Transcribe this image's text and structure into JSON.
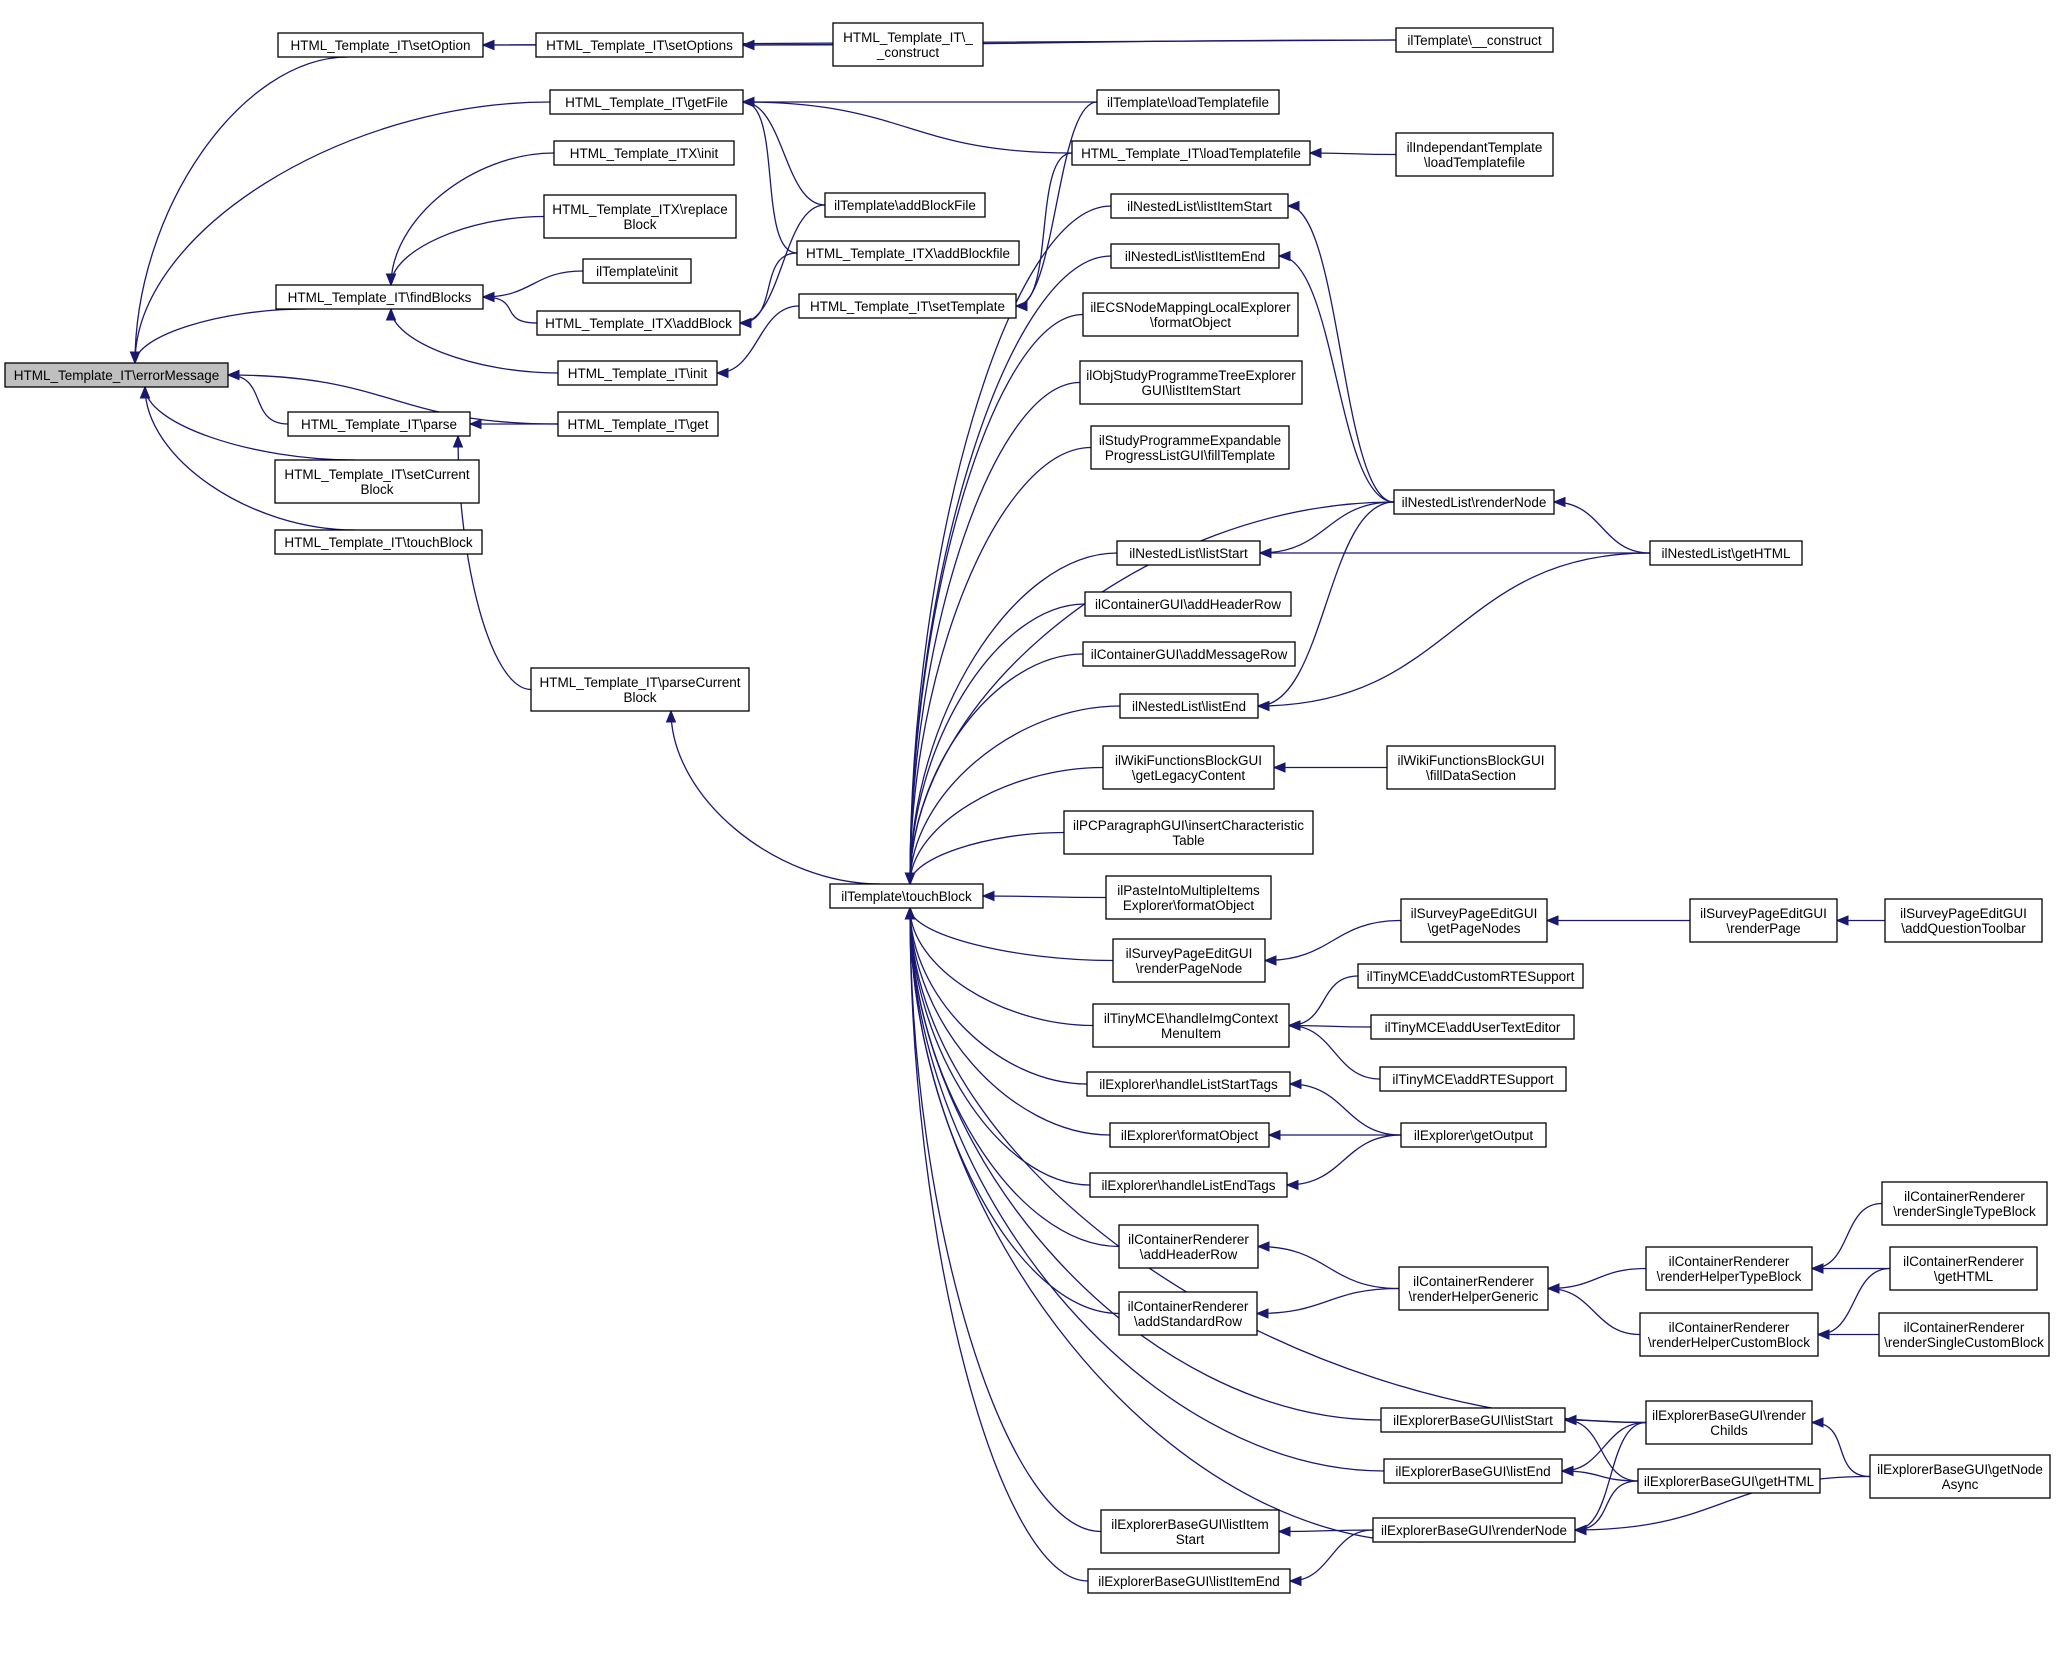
{
  "diagram": {
    "type": "call-graph",
    "colors": {
      "edge": "#191970",
      "node_border": "#000000",
      "node_fill": "#ffffff",
      "focus_fill": "#bfbfbf"
    },
    "nodes": [
      {
        "id": "errorMessage",
        "lines": [
          "HTML_Template_IT\\errorMessage"
        ],
        "focus": true
      },
      {
        "id": "setOption",
        "lines": [
          "HTML_Template_IT\\setOption"
        ]
      },
      {
        "id": "setOptions",
        "lines": [
          "HTML_Template_IT\\setOptions"
        ]
      },
      {
        "id": "construct_it",
        "lines": [
          "HTML_Template_IT\\_",
          "_construct"
        ]
      },
      {
        "id": "iltemplate_construct",
        "lines": [
          "ilTemplate\\__construct"
        ]
      },
      {
        "id": "getFile",
        "lines": [
          "HTML_Template_IT\\getFile"
        ]
      },
      {
        "id": "iltemplate_loadTemplatefile",
        "lines": [
          "ilTemplate\\loadTemplatefile"
        ]
      },
      {
        "id": "itx_init",
        "lines": [
          "HTML_Template_ITX\\init"
        ]
      },
      {
        "id": "it_loadTemplatefile",
        "lines": [
          "HTML_Template_IT\\loadTemplatefile"
        ]
      },
      {
        "id": "ilindependant_loadTemplatefile",
        "lines": [
          "ilIndependantTemplate",
          "\\loadTemplatefile"
        ]
      },
      {
        "id": "itx_replaceBlock",
        "lines": [
          "HTML_Template_ITX\\replace",
          "Block"
        ]
      },
      {
        "id": "iltemplate_addBlockFile",
        "lines": [
          "ilTemplate\\addBlockFile"
        ]
      },
      {
        "id": "itx_addBlockfile",
        "lines": [
          "HTML_Template_ITX\\addBlockfile"
        ]
      },
      {
        "id": "iltemplate_init",
        "lines": [
          "ilTemplate\\init"
        ]
      },
      {
        "id": "findBlocks",
        "lines": [
          "HTML_Template_IT\\findBlocks"
        ]
      },
      {
        "id": "itx_addBlock",
        "lines": [
          "HTML_Template_ITX\\addBlock"
        ]
      },
      {
        "id": "it_setTemplate",
        "lines": [
          "HTML_Template_IT\\setTemplate"
        ]
      },
      {
        "id": "it_init",
        "lines": [
          "HTML_Template_IT\\init"
        ]
      },
      {
        "id": "it_parse",
        "lines": [
          "HTML_Template_IT\\parse"
        ]
      },
      {
        "id": "it_get",
        "lines": [
          "HTML_Template_IT\\get"
        ]
      },
      {
        "id": "it_setCurrentBlock",
        "lines": [
          "HTML_Template_IT\\setCurrent",
          "Block"
        ]
      },
      {
        "id": "it_touchBlock",
        "lines": [
          "HTML_Template_IT\\touchBlock"
        ]
      },
      {
        "id": "it_parseCurrentBlock",
        "lines": [
          "HTML_Template_IT\\parseCurrent",
          "Block"
        ]
      },
      {
        "id": "iltemplate_touchBlock",
        "lines": [
          "ilTemplate\\touchBlock"
        ]
      },
      {
        "id": "nested_listItemStart",
        "lines": [
          "ilNestedList\\listItemStart"
        ]
      },
      {
        "id": "nested_listItemEnd",
        "lines": [
          "ilNestedList\\listItemEnd"
        ]
      },
      {
        "id": "ecs_formatObject",
        "lines": [
          "ilECSNodeMappingLocalExplorer",
          "\\formatObject"
        ]
      },
      {
        "id": "objstudy_listItemStart",
        "lines": [
          "ilObjStudyProgrammeTreeExplorer",
          "GUI\\listItemStart"
        ]
      },
      {
        "id": "studyprog_fillTemplate",
        "lines": [
          "ilStudyProgrammeExpandable",
          "ProgressListGUI\\fillTemplate"
        ]
      },
      {
        "id": "nested_renderNode",
        "lines": [
          "ilNestedList\\renderNode"
        ]
      },
      {
        "id": "nested_listStart",
        "lines": [
          "ilNestedList\\listStart"
        ]
      },
      {
        "id": "nested_getHTML",
        "lines": [
          "ilNestedList\\getHTML"
        ]
      },
      {
        "id": "container_addHeaderRow",
        "lines": [
          "ilContainerGUI\\addHeaderRow"
        ]
      },
      {
        "id": "container_addMessageRow",
        "lines": [
          "ilContainerGUI\\addMessageRow"
        ]
      },
      {
        "id": "nested_listEnd",
        "lines": [
          "ilNestedList\\listEnd"
        ]
      },
      {
        "id": "wiki_getLegacyContent",
        "lines": [
          "ilWikiFunctionsBlockGUI",
          "\\getLegacyContent"
        ]
      },
      {
        "id": "wiki_fillDataSection",
        "lines": [
          "ilWikiFunctionsBlockGUI",
          "\\fillDataSection"
        ]
      },
      {
        "id": "pcpar_insertTable",
        "lines": [
          "ilPCParagraphGUI\\insertCharacteristic",
          "Table"
        ]
      },
      {
        "id": "paste_formatObject",
        "lines": [
          "ilPasteIntoMultipleItems",
          "Explorer\\formatObject"
        ]
      },
      {
        "id": "survey_getPageNodes",
        "lines": [
          "ilSurveyPageEditGUI",
          "\\getPageNodes"
        ]
      },
      {
        "id": "survey_renderPage",
        "lines": [
          "ilSurveyPageEditGUI",
          "\\renderPage"
        ]
      },
      {
        "id": "survey_addQuestionToolbar",
        "lines": [
          "ilSurveyPageEditGUI",
          "\\addQuestionToolbar"
        ]
      },
      {
        "id": "survey_renderPageNode",
        "lines": [
          "ilSurveyPageEditGUI",
          "\\renderPageNode"
        ]
      },
      {
        "id": "tiny_addCustomRTESupport",
        "lines": [
          "ilTinyMCE\\addCustomRTESupport"
        ]
      },
      {
        "id": "tiny_handleImgContext",
        "lines": [
          "ilTinyMCE\\handleImgContext",
          "MenuItem"
        ]
      },
      {
        "id": "tiny_addUserTextEditor",
        "lines": [
          "ilTinyMCE\\addUserTextEditor"
        ]
      },
      {
        "id": "tiny_addRTESupport",
        "lines": [
          "ilTinyMCE\\addRTESupport"
        ]
      },
      {
        "id": "explorer_handleListStartTags",
        "lines": [
          "ilExplorer\\handleListStartTags"
        ]
      },
      {
        "id": "explorer_formatObject",
        "lines": [
          "ilExplorer\\formatObject"
        ]
      },
      {
        "id": "explorer_getOutput",
        "lines": [
          "ilExplorer\\getOutput"
        ]
      },
      {
        "id": "explorer_handleListEndTags",
        "lines": [
          "ilExplorer\\handleListEndTags"
        ]
      },
      {
        "id": "cr_renderSingleTypeBlock",
        "lines": [
          "ilContainerRenderer",
          "\\renderSingleTypeBlock"
        ]
      },
      {
        "id": "cr_addHeaderRow",
        "lines": [
          "ilContainerRenderer",
          "\\addHeaderRow"
        ]
      },
      {
        "id": "cr_renderHelperTypeBlock",
        "lines": [
          "ilContainerRenderer",
          "\\renderHelperTypeBlock"
        ]
      },
      {
        "id": "cr_getHTML",
        "lines": [
          "ilContainerRenderer",
          "\\getHTML"
        ]
      },
      {
        "id": "cr_renderHelperGeneric",
        "lines": [
          "ilContainerRenderer",
          "\\renderHelperGeneric"
        ]
      },
      {
        "id": "cr_addStandardRow",
        "lines": [
          "ilContainerRenderer",
          "\\addStandardRow"
        ]
      },
      {
        "id": "cr_renderHelperCustomBlock",
        "lines": [
          "ilContainerRenderer",
          "\\renderHelperCustomBlock"
        ]
      },
      {
        "id": "cr_renderSingleCustomBlock",
        "lines": [
          "ilContainerRenderer",
          "\\renderSingleCustomBlock"
        ]
      },
      {
        "id": "ebg_listStart",
        "lines": [
          "ilExplorerBaseGUI\\listStart"
        ]
      },
      {
        "id": "ebg_renderChilds",
        "lines": [
          "ilExplorerBaseGUI\\render",
          "Childs"
        ]
      },
      {
        "id": "ebg_getNodeAsync",
        "lines": [
          "ilExplorerBaseGUI\\getNode",
          "Async"
        ]
      },
      {
        "id": "ebg_listEnd",
        "lines": [
          "ilExplorerBaseGUI\\listEnd"
        ]
      },
      {
        "id": "ebg_getHTML",
        "lines": [
          "ilExplorerBaseGUI\\getHTML"
        ]
      },
      {
        "id": "ebg_listItemStart",
        "lines": [
          "ilExplorerBaseGUI\\listItem",
          "Start"
        ]
      },
      {
        "id": "ebg_renderNode",
        "lines": [
          "ilExplorerBaseGUI\\renderNode"
        ]
      },
      {
        "id": "ebg_listItemEnd",
        "lines": [
          "ilExplorerBaseGUI\\listItemEnd"
        ]
      }
    ],
    "edges": [
      {
        "from": "setOption",
        "to": "errorMessage"
      },
      {
        "from": "getFile",
        "to": "errorMessage"
      },
      {
        "from": "findBlocks",
        "to": "errorMessage"
      },
      {
        "from": "it_get",
        "to": "errorMessage"
      },
      {
        "from": "it_parse",
        "to": "errorMessage"
      },
      {
        "from": "it_setCurrentBlock",
        "to": "errorMessage"
      },
      {
        "from": "it_touchBlock",
        "to": "errorMessage"
      },
      {
        "from": "setOptions",
        "to": "setOption"
      },
      {
        "from": "iltemplate_construct",
        "to": "setOption"
      },
      {
        "from": "construct_it",
        "to": "setOptions"
      },
      {
        "from": "iltemplate_construct",
        "to": "setOptions"
      },
      {
        "from": "iltemplate_loadTemplatefile",
        "to": "getFile"
      },
      {
        "from": "it_loadTemplatefile",
        "to": "getFile"
      },
      {
        "from": "iltemplate_addBlockFile",
        "to": "getFile"
      },
      {
        "from": "itx_addBlockfile",
        "to": "getFile"
      },
      {
        "from": "itx_init",
        "to": "findBlocks"
      },
      {
        "from": "itx_replaceBlock",
        "to": "findBlocks"
      },
      {
        "from": "iltemplate_init",
        "to": "findBlocks"
      },
      {
        "from": "itx_addBlock",
        "to": "findBlocks"
      },
      {
        "from": "it_init",
        "to": "findBlocks"
      },
      {
        "from": "iltemplate_addBlockFile",
        "to": "itx_addBlock"
      },
      {
        "from": "itx_addBlockfile",
        "to": "itx_addBlock"
      },
      {
        "from": "it_setTemplate",
        "to": "it_init"
      },
      {
        "from": "iltemplate_loadTemplatefile",
        "to": "it_setTemplate"
      },
      {
        "from": "it_loadTemplatefile",
        "to": "it_setTemplate"
      },
      {
        "from": "ilindependant_loadTemplatefile",
        "to": "it_loadTemplatefile"
      },
      {
        "from": "it_get",
        "to": "it_parse"
      },
      {
        "from": "it_parseCurrentBlock",
        "to": "it_parse"
      },
      {
        "from": "iltemplate_touchBlock",
        "to": "it_parseCurrentBlock"
      },
      {
        "from": "nested_listItemStart",
        "to": "iltemplate_touchBlock"
      },
      {
        "from": "nested_listItemEnd",
        "to": "iltemplate_touchBlock"
      },
      {
        "from": "ecs_formatObject",
        "to": "iltemplate_touchBlock"
      },
      {
        "from": "objstudy_listItemStart",
        "to": "iltemplate_touchBlock"
      },
      {
        "from": "studyprog_fillTemplate",
        "to": "iltemplate_touchBlock"
      },
      {
        "from": "nested_renderNode",
        "to": "iltemplate_touchBlock"
      },
      {
        "from": "nested_listStart",
        "to": "iltemplate_touchBlock"
      },
      {
        "from": "container_addHeaderRow",
        "to": "iltemplate_touchBlock"
      },
      {
        "from": "container_addMessageRow",
        "to": "iltemplate_touchBlock"
      },
      {
        "from": "nested_listEnd",
        "to": "iltemplate_touchBlock"
      },
      {
        "from": "wiki_getLegacyContent",
        "to": "iltemplate_touchBlock"
      },
      {
        "from": "pcpar_insertTable",
        "to": "iltemplate_touchBlock"
      },
      {
        "from": "paste_formatObject",
        "to": "iltemplate_touchBlock"
      },
      {
        "from": "survey_renderPageNode",
        "to": "iltemplate_touchBlock"
      },
      {
        "from": "tiny_handleImgContext",
        "to": "iltemplate_touchBlock"
      },
      {
        "from": "explorer_handleListStartTags",
        "to": "iltemplate_touchBlock"
      },
      {
        "from": "explorer_formatObject",
        "to": "iltemplate_touchBlock"
      },
      {
        "from": "explorer_handleListEndTags",
        "to": "iltemplate_touchBlock"
      },
      {
        "from": "cr_addHeaderRow",
        "to": "iltemplate_touchBlock"
      },
      {
        "from": "cr_addStandardRow",
        "to": "iltemplate_touchBlock"
      },
      {
        "from": "ebg_renderChilds",
        "to": "iltemplate_touchBlock"
      },
      {
        "from": "ebg_listStart",
        "to": "iltemplate_touchBlock"
      },
      {
        "from": "ebg_listEnd",
        "to": "iltemplate_touchBlock"
      },
      {
        "from": "ebg_listItemStart",
        "to": "iltemplate_touchBlock"
      },
      {
        "from": "ebg_listItemEnd",
        "to": "iltemplate_touchBlock"
      },
      {
        "from": "ebg_renderNode",
        "to": "iltemplate_touchBlock"
      },
      {
        "from": "nested_renderNode",
        "to": "nested_listItemStart"
      },
      {
        "from": "nested_renderNode",
        "to": "nested_listItemEnd"
      },
      {
        "from": "nested_renderNode",
        "to": "nested_listStart"
      },
      {
        "from": "nested_getHTML",
        "to": "nested_listStart"
      },
      {
        "from": "nested_renderNode",
        "to": "nested_listEnd"
      },
      {
        "from": "nested_getHTML",
        "to": "nested_listEnd"
      },
      {
        "from": "nested_getHTML",
        "to": "nested_renderNode"
      },
      {
        "from": "wiki_fillDataSection",
        "to": "wiki_getLegacyContent"
      },
      {
        "from": "survey_getPageNodes",
        "to": "survey_renderPageNode"
      },
      {
        "from": "survey_renderPage",
        "to": "survey_getPageNodes"
      },
      {
        "from": "survey_addQuestionToolbar",
        "to": "survey_renderPage"
      },
      {
        "from": "tiny_addCustomRTESupport",
        "to": "tiny_handleImgContext"
      },
      {
        "from": "tiny_addUserTextEditor",
        "to": "tiny_handleImgContext"
      },
      {
        "from": "tiny_addRTESupport",
        "to": "tiny_handleImgContext"
      },
      {
        "from": "explorer_getOutput",
        "to": "explorer_handleListStartTags"
      },
      {
        "from": "explorer_getOutput",
        "to": "explorer_formatObject"
      },
      {
        "from": "explorer_getOutput",
        "to": "explorer_handleListEndTags"
      },
      {
        "from": "cr_renderHelperGeneric",
        "to": "cr_addHeaderRow"
      },
      {
        "from": "cr_renderHelperGeneric",
        "to": "cr_addStandardRow"
      },
      {
        "from": "cr_renderHelperTypeBlock",
        "to": "cr_renderHelperGeneric"
      },
      {
        "from": "cr_renderHelperCustomBlock",
        "to": "cr_renderHelperGeneric"
      },
      {
        "from": "cr_renderSingleTypeBlock",
        "to": "cr_renderHelperTypeBlock"
      },
      {
        "from": "cr_getHTML",
        "to": "cr_renderHelperTypeBlock"
      },
      {
        "from": "cr_getHTML",
        "to": "cr_renderHelperCustomBlock"
      },
      {
        "from": "cr_renderSingleCustomBlock",
        "to": "cr_renderHelperCustomBlock"
      },
      {
        "from": "ebg_renderChilds",
        "to": "ebg_listStart"
      },
      {
        "from": "ebg_getHTML",
        "to": "ebg_listStart"
      },
      {
        "from": "ebg_renderChilds",
        "to": "ebg_listEnd"
      },
      {
        "from": "ebg_getHTML",
        "to": "ebg_listEnd"
      },
      {
        "from": "ebg_renderNode",
        "to": "ebg_listItemStart"
      },
      {
        "from": "ebg_renderNode",
        "to": "ebg_listItemEnd"
      },
      {
        "from": "ebg_renderChilds",
        "to": "ebg_renderNode"
      },
      {
        "from": "ebg_getHTML",
        "to": "ebg_renderNode"
      },
      {
        "from": "ebg_getNodeAsync",
        "to": "ebg_renderNode"
      },
      {
        "from": "ebg_getNodeAsync",
        "to": "ebg_renderChilds"
      }
    ]
  }
}
